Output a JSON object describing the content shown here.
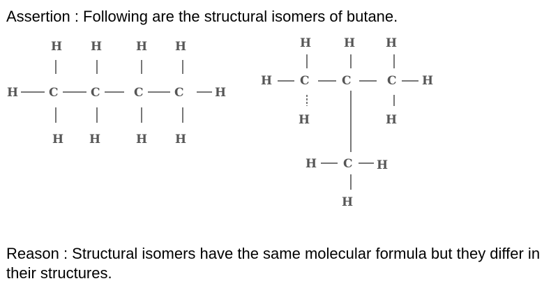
{
  "question": {
    "assertion": "Assertion : Following are the structural isomers of butane.",
    "reason": "Reason : Structural isomers have the same molecular formula but they differ in their structures."
  },
  "structures": {
    "n_butane": {
      "atoms": {
        "H": "H",
        "C": "C"
      }
    },
    "isobutane": {
      "atoms": {
        "H": "H",
        "C": "C"
      }
    }
  }
}
